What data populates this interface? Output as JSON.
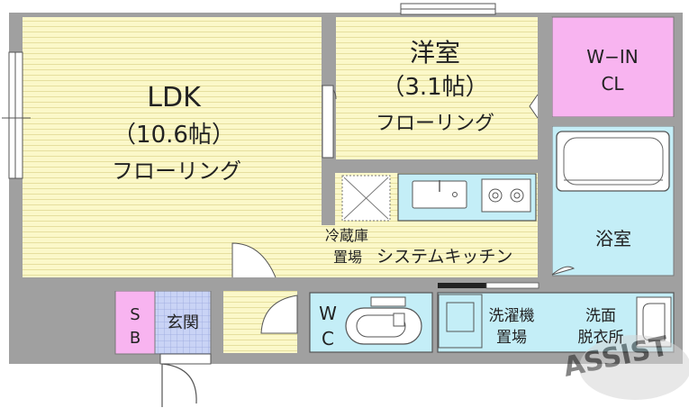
{
  "rooms": {
    "ldk": {
      "name": "LDK",
      "size": "（10.6帖）",
      "floor": "フローリング"
    },
    "western_room": {
      "name": "洋室",
      "size": "（3.1帖）",
      "floor": "フローリング"
    },
    "walk_in_closet": {
      "line1": "W−IN",
      "line2": "CL"
    },
    "bathroom": {
      "name": "浴室"
    },
    "kitchen": {
      "label": "システムキッチン"
    },
    "fridge": {
      "line1": "冷蔵庫",
      "line2": "置場"
    },
    "shoe_box": {
      "line1": "S",
      "line2": "B"
    },
    "entrance": {
      "name": "玄関"
    },
    "toilet": {
      "line1": "W",
      "line2": "C"
    },
    "washer": {
      "line1": "洗濯機",
      "line2": "置場"
    },
    "washroom": {
      "line1": "洗面",
      "line2": "脱衣所"
    }
  },
  "watermark": {
    "text": "ASSIST"
  },
  "colors": {
    "wall": "#a0a0a0",
    "flooring": "#fbf8c9",
    "flooring_line": "#e6df9e",
    "closet": "#f8b4f0",
    "water": "#c4eef7",
    "entrance_tile": "#c9d3f5",
    "shoe_box": "#f8b4f0"
  }
}
